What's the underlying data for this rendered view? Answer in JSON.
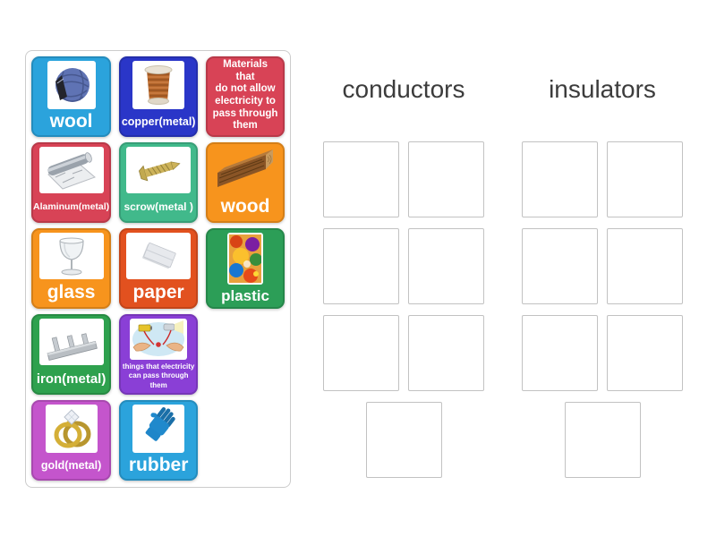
{
  "colors": {
    "panel_border": "#cccccc",
    "slot_border": "#c2c2c2",
    "header_text": "#3c3c3c",
    "tile_label_text": "#ffffff"
  },
  "tray": {
    "tiles": [
      {
        "id": "wool",
        "label": "wool",
        "color": "#2BA3DC",
        "icon": "yarn-ball"
      },
      {
        "id": "copper",
        "label": "copper(metal)",
        "color": "#2A36C8",
        "icon": "copper-wire-spool"
      },
      {
        "id": "materials",
        "label": "Materials\nthat\ndo not allow\nelectricity to\npass through\nthem",
        "color": "#D84356",
        "icon": null
      },
      {
        "id": "alaminum",
        "label": "Alaminum(metal)",
        "color": "#D84356",
        "icon": "aluminum-foil"
      },
      {
        "id": "scrow",
        "label": "scrow(metal )",
        "color": "#41B98B",
        "icon": "screw"
      },
      {
        "id": "wood",
        "label": "wood",
        "color": "#F7941D",
        "icon": "wood-beam"
      },
      {
        "id": "glass",
        "label": "glass",
        "color": "#F7941D",
        "icon": "wine-glass"
      },
      {
        "id": "paper",
        "label": "paper",
        "color": "#E2511F",
        "icon": "paper-sheet"
      },
      {
        "id": "plastic",
        "label": "plastic",
        "color": "#2C9E57",
        "icon": "plastic-toys"
      },
      {
        "id": "iron",
        "label": "iron(metal)",
        "color": "#2EA14E",
        "icon": "iron-bars"
      },
      {
        "id": "things",
        "label": "things that electricity\ncan pass through them",
        "color": "#8A3FD6",
        "icon": "circuit-hands"
      },
      {
        "id": "gold",
        "label": "gold(metal)",
        "color": "#C455CC",
        "icon": "gold-rings"
      },
      {
        "id": "rubber",
        "label": "rubber",
        "color": "#2BA3DC",
        "icon": "rubber-gloves"
      }
    ]
  },
  "groups": [
    {
      "label": "conductors",
      "slot_count": 7
    },
    {
      "label": "insulators",
      "slot_count": 7
    }
  ]
}
